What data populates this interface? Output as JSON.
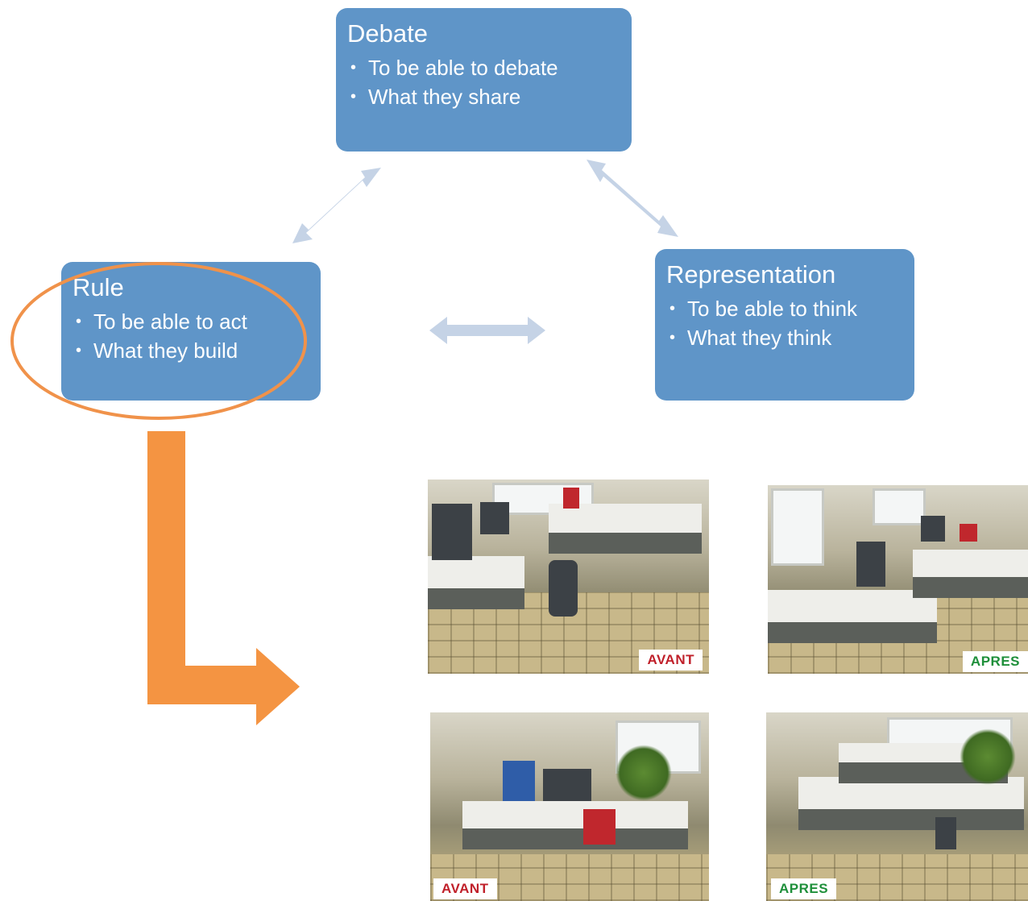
{
  "nodes": {
    "debate": {
      "title": "Debate",
      "bullets": [
        "To be able to debate",
        "What they share"
      ]
    },
    "rule": {
      "title": "Rule",
      "bullets": [
        "To be able to act",
        "What they build"
      ]
    },
    "representation": {
      "title": "Representation",
      "bullets": [
        "To be able to think",
        "What they think"
      ]
    }
  },
  "photos": {
    "top_left_label": "AVANT",
    "top_right_label": "APRES",
    "bottom_left_label": "AVANT",
    "bottom_right_label": "APRES"
  },
  "colors": {
    "box_fill": "#5f95c8",
    "connector_arrow": "#c5d3e6",
    "highlight_ellipse": "#f0924a",
    "pointer_arrow": "#f49442",
    "avant_label": "#c0202a",
    "apres_label": "#1e8f3a"
  }
}
